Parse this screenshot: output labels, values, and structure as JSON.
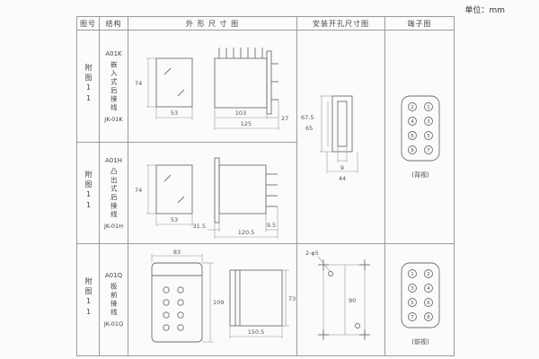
{
  "page": {
    "unit_label": "单位：mm"
  },
  "table": {
    "headers": {
      "fig_no": "图号",
      "structure": "结构",
      "outline": "外 形 尺 寸 图",
      "mounting": "安装开孔尺寸图",
      "terminal": "端子图"
    },
    "rows": [
      {
        "fig_no": "附图11",
        "model": "A01K",
        "desc": "嵌入式后接线",
        "code": "JK-01K"
      },
      {
        "fig_no": "附图11",
        "model": "A01H",
        "desc": "凸出式后接线",
        "code": "JK-01H"
      },
      {
        "fig_no": "附图11",
        "model": "A01Q",
        "desc": "板前接线",
        "code": "JK-01Q"
      }
    ]
  },
  "outline_a01k": {
    "front_height": "74",
    "front_width": "53",
    "body_depth": "103",
    "overall_depth": "125",
    "flange_depth": "27"
  },
  "outline_a01h": {
    "front_height": "74",
    "front_width": "53",
    "stud_len": "9.5",
    "overall_depth": "120.5",
    "flange_depth": "31.5"
  },
  "outline_a01q": {
    "front_width": "83",
    "front_height": "109",
    "overall_depth": "150.5",
    "side_height": "73"
  },
  "mounting_rear": {
    "outer_height": "67.5",
    "inner_height": "65",
    "slot_width": "9",
    "overall_width": "44"
  },
  "mounting_front": {
    "holes": "2-φ5",
    "height": "90"
  },
  "terminal_back": {
    "view": "(背视)",
    "labels": [
      "2",
      "1",
      "4",
      "3",
      "6",
      "5",
      "8",
      "7"
    ]
  },
  "terminal_front": {
    "view": "(前视)",
    "labels": [
      "1",
      "2",
      "3",
      "4",
      "5",
      "6",
      "7",
      "8"
    ]
  }
}
